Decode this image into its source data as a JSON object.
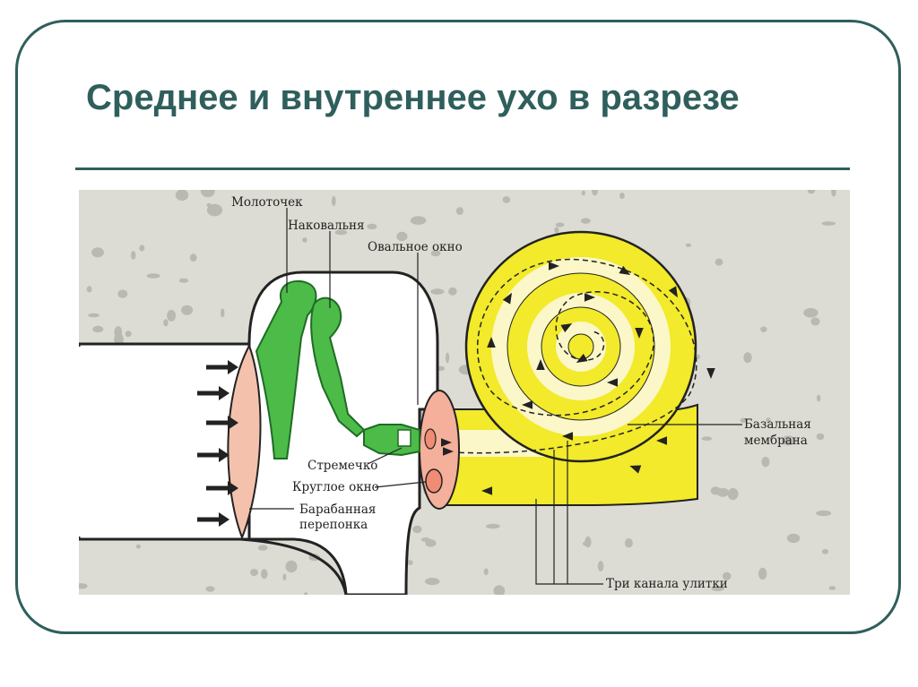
{
  "title": "Среднее и внутреннее ухо в разрезе",
  "labels": {
    "malleus": "Молоточек",
    "incus": "Наковальня",
    "oval_window": "Овальное окно",
    "basilar_membrane_line1": "Базальная",
    "basilar_membrane_line2": "мембрана",
    "stapes": "Стремечко",
    "round_window": "Круглое окно",
    "eardrum_line1": "Барабанная",
    "eardrum_line2": "перепонка",
    "cochlea_canals": "Три канала улитки"
  },
  "colors": {
    "frame": "#2f5f5c",
    "bone": "#dcdcd4",
    "bone_dots": "#b9b9b1",
    "ossicles": "#4cbb48",
    "cochlea": "#f2ea2a",
    "cochlea_light": "#fbf7c8",
    "eardrum": "#f4c2ac",
    "window": "#f4b09a",
    "ink": "#222222"
  },
  "icons": {
    "sound_arrow": "right-arrow-icon",
    "flow_arrow": "flow-arrow-icon"
  }
}
